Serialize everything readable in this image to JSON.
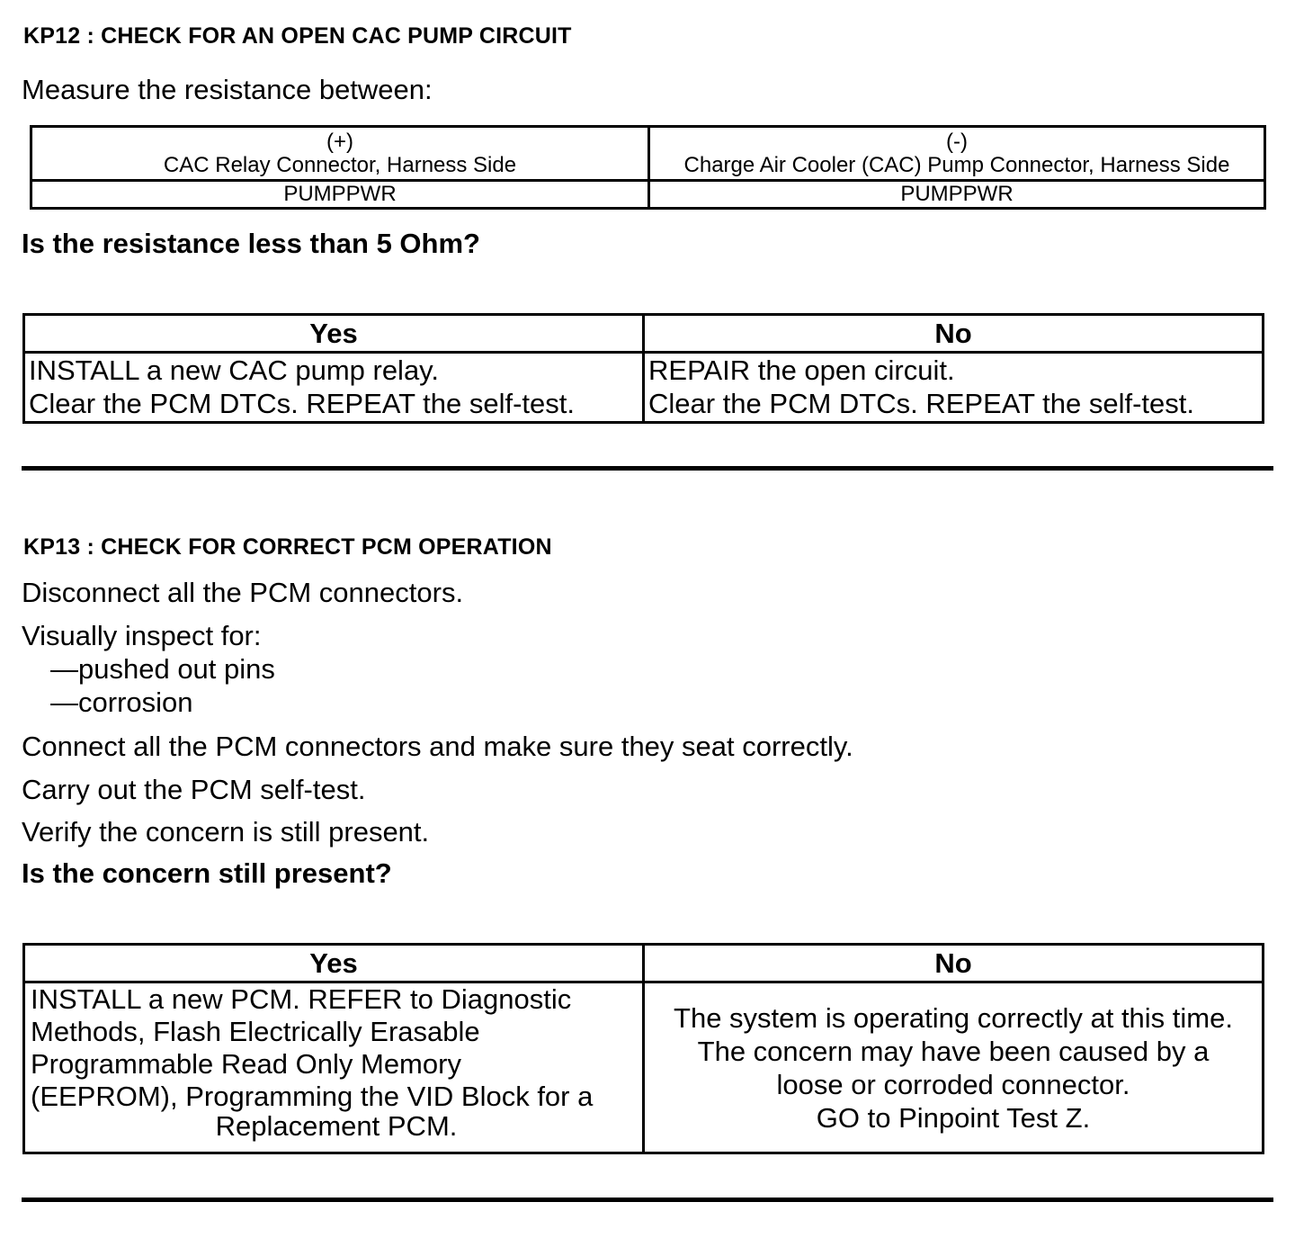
{
  "kp12": {
    "heading": "KP12 : CHECK FOR AN OPEN CAC PUMP CIRCUIT",
    "instruction": "Measure the resistance between:",
    "measure_table": {
      "plus_symbol": "(+)",
      "plus_label": "CAC Relay Connector, Harness Side",
      "minus_symbol": "(-)",
      "minus_label": "Charge Air Cooler (CAC) Pump Connector, Harness Side",
      "plus_pin": "PUMPPWR",
      "minus_pin": "PUMPPWR"
    },
    "question": "Is the resistance less than 5 Ohm?",
    "answers": {
      "yes_header": "Yes",
      "no_header": "No",
      "yes_line1": "INSTALL a new CAC pump relay.",
      "yes_line2": "Clear the PCM DTCs. REPEAT the self-test.",
      "no_line1": "REPAIR the open circuit.",
      "no_line2": "Clear the PCM DTCs. REPEAT the self-test."
    }
  },
  "kp13": {
    "heading": "KP13 : CHECK FOR CORRECT PCM OPERATION",
    "step1": "Disconnect all the PCM connectors.",
    "step2": "Visually inspect for:",
    "bullet1": "—pushed out pins",
    "bullet2": "—corrosion",
    "step3": "Connect all the PCM connectors and make sure they seat correctly.",
    "step4": "Carry out the PCM self-test.",
    "step5": "Verify the concern is still present.",
    "question": "Is the concern still present?",
    "answers": {
      "yes_header": "Yes",
      "no_header": "No",
      "yes_line1": "INSTALL a new PCM. REFER to Diagnostic",
      "yes_line2": "Methods,  Flash Electrically Erasable",
      "yes_line3": "Programmable Read Only Memory",
      "yes_line4": "(EEPROM), Programming the VID Block for a",
      "yes_line5": "Replacement PCM.",
      "no_line1": "The system is operating correctly at this time.",
      "no_line2": "The concern may have been caused by a",
      "no_line3": "loose or corroded connector.",
      "no_line4": "GO to Pinpoint Test Z."
    }
  }
}
